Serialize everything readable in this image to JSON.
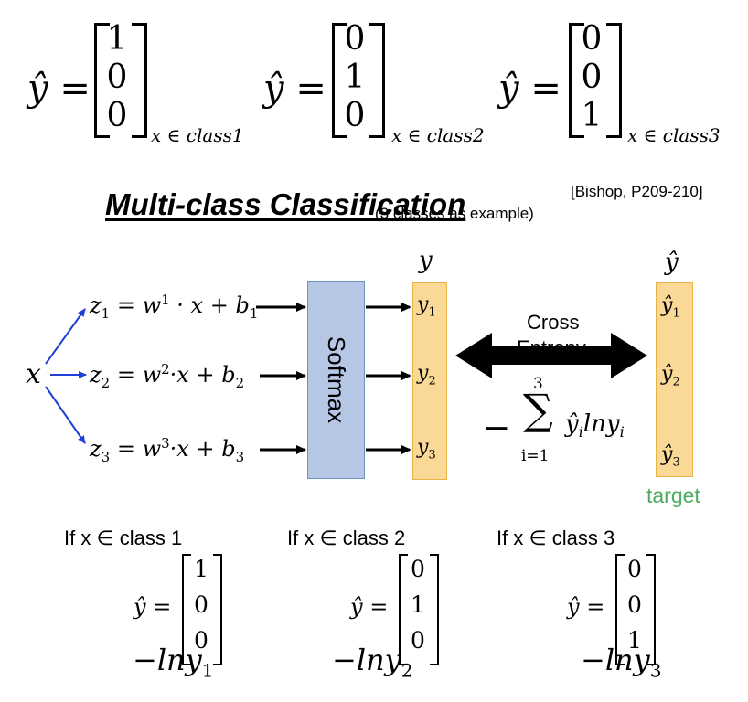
{
  "top_vectors": [
    {
      "lhs": "ŷ =",
      "values": [
        "1",
        "0",
        "0"
      ],
      "subscript": "x ∈ class1"
    },
    {
      "lhs": "ŷ =",
      "values": [
        "0",
        "1",
        "0"
      ],
      "subscript": "x ∈ class2"
    },
    {
      "lhs": "ŷ =",
      "values": [
        "0",
        "0",
        "1"
      ],
      "subscript": "x ∈ class3"
    }
  ],
  "title": "Multi-class Classification",
  "subtitle": "(3 classes as example)",
  "citation": "[Bishop, P209-210]",
  "diagram": {
    "input": "x",
    "equations": [
      {
        "lhs": "z",
        "sub": "1",
        "rest": " = w",
        "sup": "1",
        "tail": " · x + b",
        "tail_sub": "1"
      },
      {
        "lhs": "z",
        "sub": "2",
        "rest": " = w",
        "sup": "2",
        "tail": "·x + b",
        "tail_sub": "2"
      },
      {
        "lhs": "z",
        "sub": "3",
        "rest": " = w",
        "sup": "3",
        "tail": "·x + b",
        "tail_sub": "3"
      }
    ],
    "softmax_label": "Softmax",
    "output_header": "y",
    "outputs": [
      {
        "base": "y",
        "sub": "1"
      },
      {
        "base": "y",
        "sub": "2"
      },
      {
        "base": "y",
        "sub": "3"
      }
    ],
    "cross_label": "Cross",
    "entropy_label": "Entropy",
    "loss_formula": {
      "minus": "−",
      "sum": "∑",
      "upper": "3",
      "lower": "i=1",
      "term": "ŷ",
      "term_sub": "i",
      "ln": "lny",
      "ln_sub": "i"
    },
    "target_header": "ŷ",
    "targets": [
      {
        "base": "ŷ",
        "sub": "1"
      },
      {
        "base": "ŷ",
        "sub": "2"
      },
      {
        "base": "ŷ",
        "sub": "3"
      }
    ],
    "target_label": "target"
  },
  "cases": [
    {
      "condition": "If x ∈ class 1",
      "lhs": "ŷ =",
      "values": [
        "1",
        "0",
        "0"
      ],
      "loss": "−lny",
      "loss_sub": "1"
    },
    {
      "condition": "If x ∈ class 2",
      "lhs": "ŷ =",
      "values": [
        "0",
        "1",
        "0"
      ],
      "loss": "−lny",
      "loss_sub": "2"
    },
    {
      "condition": "If x ∈ class 3",
      "lhs": "ŷ =",
      "values": [
        "0",
        "0",
        "1"
      ],
      "loss": "−lny",
      "loss_sub": "3"
    }
  ],
  "colors": {
    "softmax_fill": "#b6c7e5",
    "output_fill": "#fad896",
    "input_arrow": "#1f3fd6",
    "target_text": "#4eab5f"
  }
}
